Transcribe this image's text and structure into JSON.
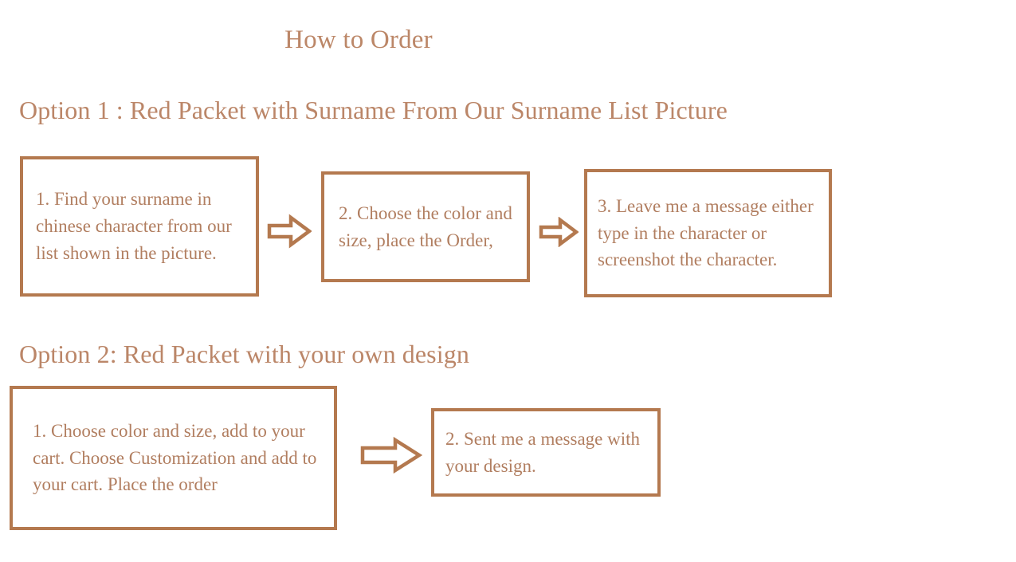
{
  "page": {
    "title": "How to Order",
    "background_color": "#ffffff",
    "accent_color": "#b4794f",
    "text_color": "#b17e60",
    "heading_color": "#bb8668"
  },
  "sections": [
    {
      "heading": "Option 1 : Red Packet with Surname From Our Surname List Picture",
      "steps": [
        {
          "text": "1. Find your surname in  chinese character from our list shown in the picture."
        },
        {
          "text": "2. Choose the color and size, place the Order,"
        },
        {
          "text": "3. Leave me a message either type in the character or screenshot the character."
        }
      ],
      "arrows": [
        {
          "icon": "right-arrow-icon"
        },
        {
          "icon": "right-arrow-icon"
        }
      ]
    },
    {
      "heading": "Option 2: Red Packet with your own design",
      "steps": [
        {
          "text": "1. Choose color and size, add to your cart. Choose Customization and add to your cart. Place the order"
        },
        {
          "text": "2. Sent me a message with your design."
        }
      ],
      "arrows": [
        {
          "icon": "right-arrow-icon"
        }
      ]
    }
  ]
}
